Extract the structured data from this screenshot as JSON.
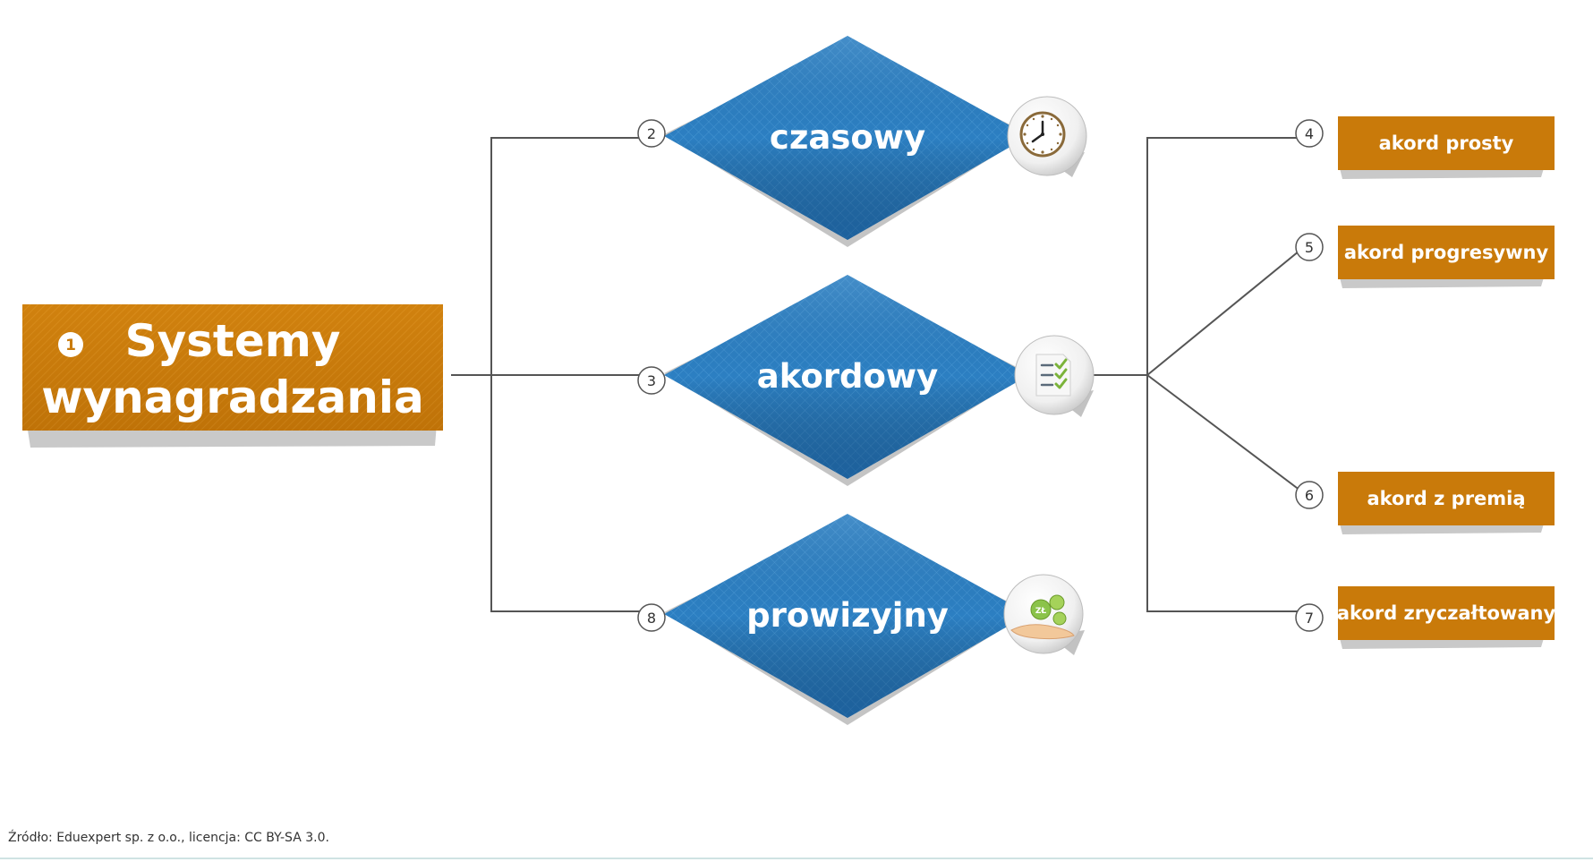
{
  "diagram": {
    "root": {
      "number": "1",
      "title_line1": "Systemy",
      "title_line2": "wynagradzania"
    },
    "branches": [
      {
        "number": "2",
        "label": "czasowy",
        "icon": "clock-icon"
      },
      {
        "number": "3",
        "label": "akordowy",
        "icon": "checklist-icon"
      },
      {
        "number": "8",
        "label": "prowizyjny",
        "icon": "money-hand-icon"
      }
    ],
    "leaves": [
      {
        "number": "4",
        "label": "akord prosty"
      },
      {
        "number": "5",
        "label": "akord progresywny"
      },
      {
        "number": "6",
        "label": "akord z premią"
      },
      {
        "number": "7",
        "label": "akord zryczałtowany"
      }
    ],
    "coin_label": "ZŁ"
  },
  "source": "Źródło: Eduexpert sp. z o.o., licencja: CC BY-SA 3.0.",
  "colors": {
    "orange": "#c97a0a",
    "blue": "#2e86c9",
    "blue_dark": "#1a5e9e",
    "line": "#555555",
    "shadow": "#cccccc"
  }
}
